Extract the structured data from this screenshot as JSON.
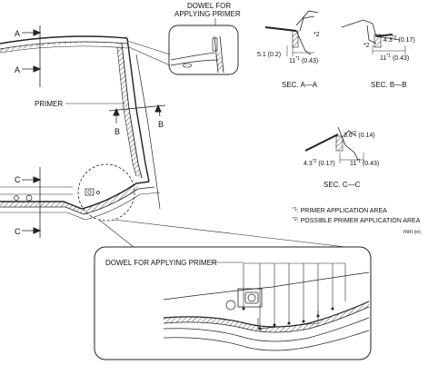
{
  "callouts": {
    "dowel_top_line1": "DOWEL FOR",
    "dowel_top_line2": "APPLYING PRIMER",
    "primer": "PRIMER",
    "dowel_bottom": "DOWEL FOR APPLYING PRIMER"
  },
  "section_markers": {
    "a_top": "A",
    "a_bottom": "A",
    "b_left": "B",
    "b_right": "B",
    "c_top": "C",
    "c_bottom": "C"
  },
  "sections": {
    "a": {
      "title": "SEC. A—A",
      "star": "*2",
      "dim1": "5.1 (0.2)",
      "dim2": "11",
      "dim2_sup": "*1",
      "dim2_rest": " (0.43)"
    },
    "b": {
      "title": "SEC. B—B",
      "star": "*2",
      "dim1": "4.3",
      "dim1_sup": "*2",
      "dim1_rest": " (0.17)",
      "dim2": "11",
      "dim2_sup": "*1",
      "dim2_rest": " (0.43)"
    },
    "c": {
      "title": "SEC. C—C",
      "dim1": "3.6",
      "dim1_sup": "*2",
      "dim1_rest": " (0.14)",
      "dim2": "4.3",
      "dim2_sup": "*2",
      "dim2_rest": " (0.17)",
      "dim3": "11",
      "dim3_sup": "*1",
      "dim3_rest": " (0.43)"
    }
  },
  "legend": {
    "note1_mark": "*1",
    "note1": ": PRIMER APPLICATION AREA",
    "note2_mark": "*2",
    "note2": ": POSSIBLE PRIMER APPLICATION AREA",
    "units": "mm",
    "units_alt": "(in)"
  }
}
